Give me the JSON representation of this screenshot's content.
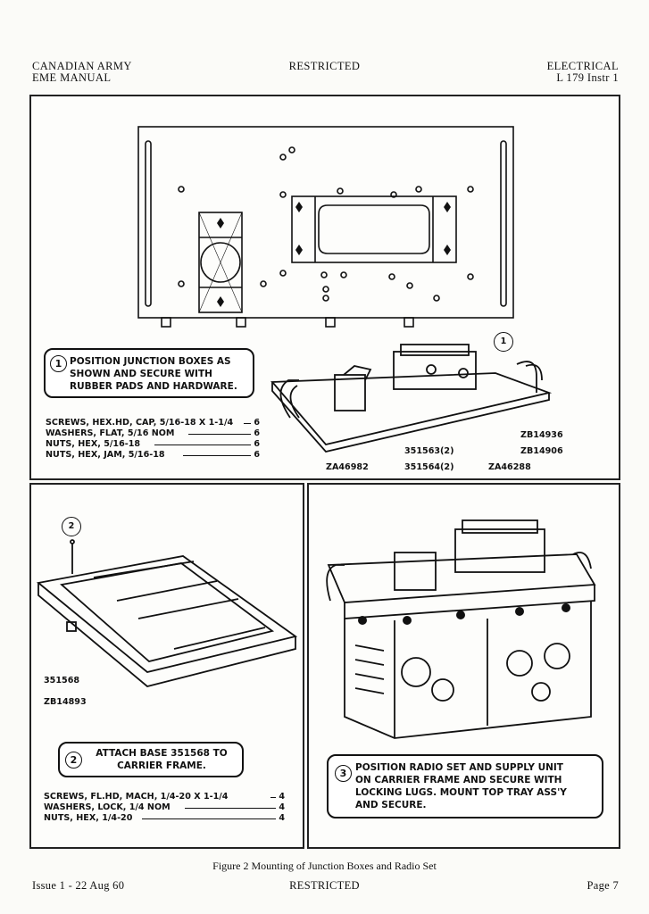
{
  "header": {
    "left_line1": "CANADIAN ARMY",
    "left_line2": "EME MANUAL",
    "center": "RESTRICTED",
    "right_line1": "ELECTRICAL",
    "right_line2": "L 179 Instr 1"
  },
  "panel1": {
    "step_num": "1",
    "step_lines": [
      "POSITION JUNCTION BOXES AS",
      "SHOWN AND SECURE WITH",
      "RUBBER PADS AND HARDWARE."
    ],
    "hardware": [
      {
        "item": "SCREWS, HEX.HD, CAP, 5/16-18 X 1-1/4",
        "qty": "6"
      },
      {
        "item": "WASHERS, FLAT, 5/16 NOM",
        "qty": "6"
      },
      {
        "item": "NUTS, HEX, 5/16-18",
        "qty": "6"
      },
      {
        "item": "NUTS, HEX, JAM, 5/16-18",
        "qty": "6"
      }
    ],
    "parts": {
      "p1": "ZB14936",
      "p2": "ZB14906",
      "p3": "351563(2)",
      "p4": "351564(2)",
      "p5": "ZA46982",
      "p6": "ZA46288",
      "marker": "1"
    }
  },
  "panel2": {
    "marker": "2",
    "part_a": "351568",
    "part_b": "ZB14893",
    "step_num": "2",
    "step_lines": [
      "ATTACH BASE 351568 TO",
      "CARRIER FRAME."
    ],
    "hardware": [
      {
        "item": "SCREWS, FL.HD, MACH, 1/4-20 X 1-1/4",
        "qty": "4"
      },
      {
        "item": "WASHERS, LOCK, 1/4 NOM",
        "qty": "4"
      },
      {
        "item": "NUTS, HEX, 1/4-20",
        "qty": "4"
      }
    ]
  },
  "panel3": {
    "step_num": "3",
    "step_lines": [
      "POSITION RADIO SET AND SUPPLY UNIT",
      "ON CARRIER FRAME AND SECURE WITH",
      "LOCKING LUGS. MOUNT TOP TRAY ASS'Y",
      "AND SECURE."
    ]
  },
  "caption": "Figure 2 Mounting of Junction Boxes and Radio Set",
  "footer": {
    "left": "Issue 1 - 22 Aug 60",
    "center": "RESTRICTED",
    "right": "Page 7"
  }
}
